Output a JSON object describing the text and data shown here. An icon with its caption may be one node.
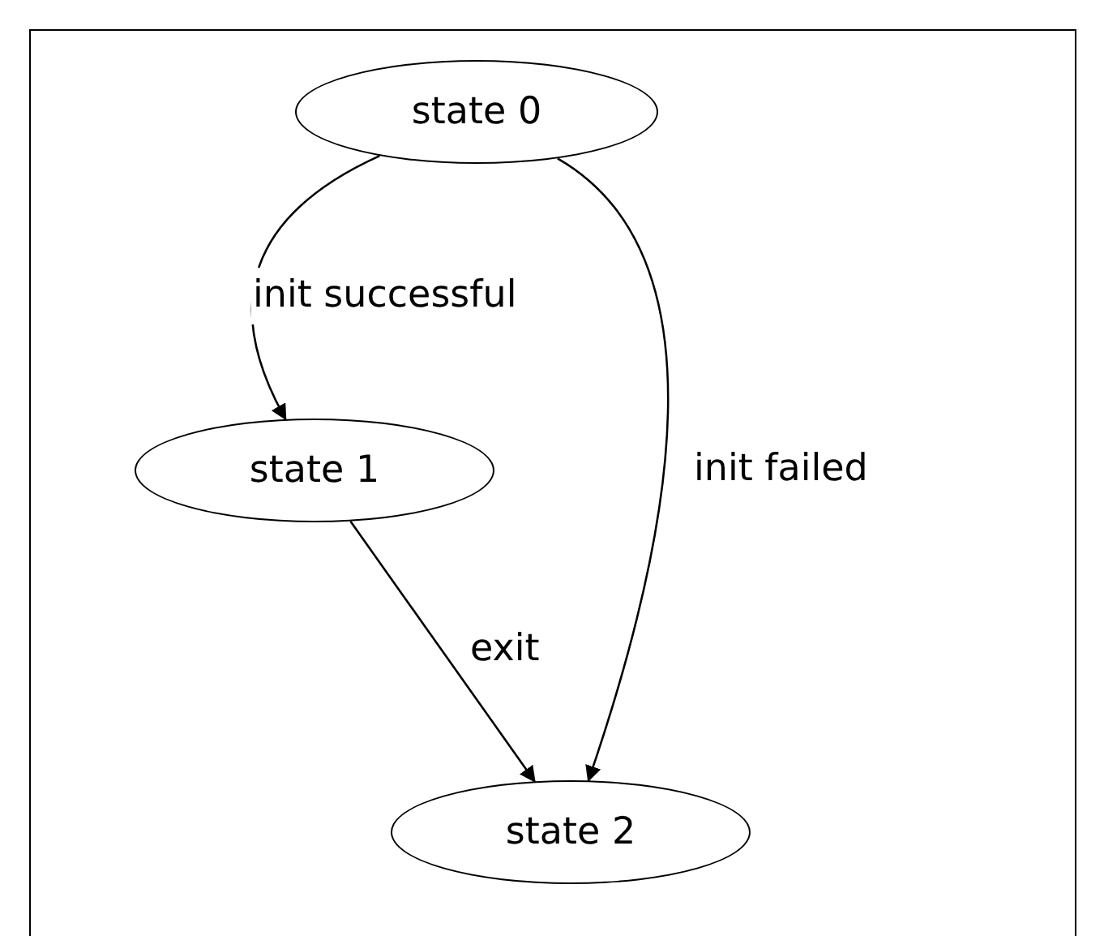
{
  "diagram": {
    "nodes": [
      {
        "text": [
          "state 0"
        ]
      },
      {
        "text": [
          "state 1"
        ]
      },
      {
        "text": [
          "state 2"
        ]
      }
    ],
    "edges": [
      {
        "from": 0,
        "to": 1,
        "arrow": "to",
        "label": "init successful"
      },
      {
        "from": 0,
        "to": 2,
        "arrow": "to",
        "label": "init failed"
      },
      {
        "from": 1,
        "to": 2,
        "arrow": "to",
        "label": "exit"
      }
    ]
  }
}
